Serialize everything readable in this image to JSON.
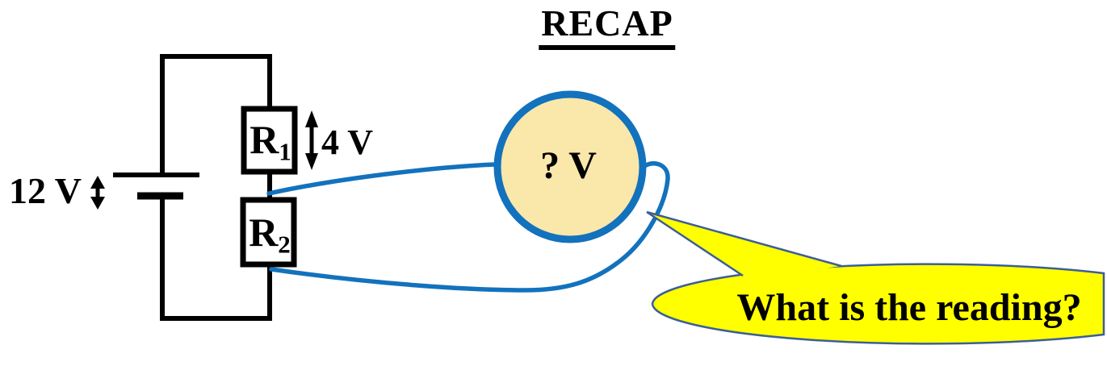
{
  "slide": {
    "title": "RECAP",
    "battery": {
      "voltage_label": "12 V"
    },
    "resistor1": {
      "label": "R",
      "sub": "1",
      "voltage_label": "4 V"
    },
    "resistor2": {
      "label": "R",
      "sub": "2"
    },
    "voltmeter": {
      "reading_label": "? V"
    },
    "callout": {
      "text": "What is the reading?"
    }
  },
  "colors": {
    "wire-blue": "#1272BD",
    "meter-fill": "#FAE7AA",
    "callout-yellow": "#FFFF00",
    "callout-border": "#3C5E96",
    "ink": "#000000"
  }
}
